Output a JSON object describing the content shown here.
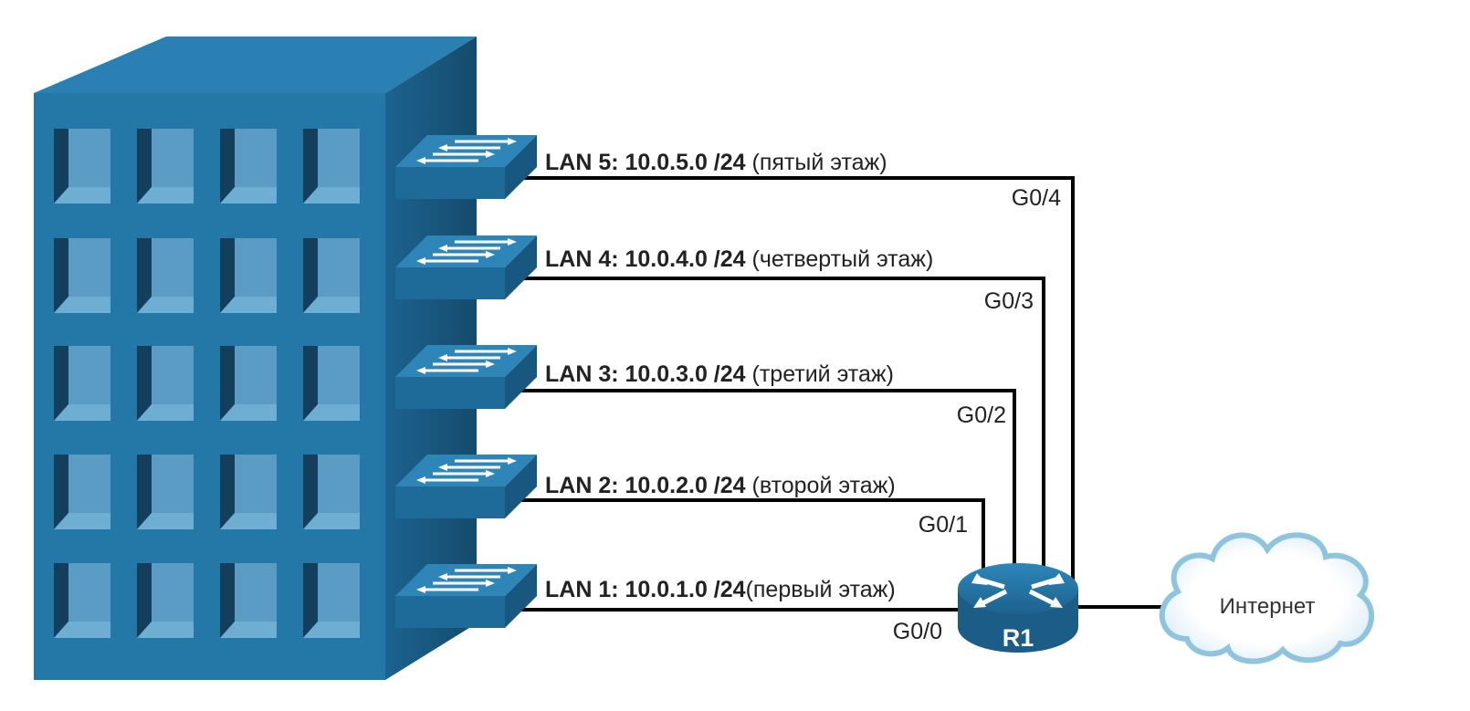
{
  "lans": [
    {
      "id": "lan5",
      "name": "LAN 5:",
      "net": "10.0.5.0 /24",
      "floor": "(пятый этаж)",
      "spaced": true,
      "port": "G0/4"
    },
    {
      "id": "lan4",
      "name": "LAN 4:",
      "net": "10.0.4.0 /24",
      "floor": "(четвертый этаж)",
      "spaced": true,
      "port": "G0/3"
    },
    {
      "id": "lan3",
      "name": "LAN 3:",
      "net": "10.0.3.0 /24",
      "floor": "(третий этаж)",
      "spaced": true,
      "port": "G0/2"
    },
    {
      "id": "lan2",
      "name": "LAN 2:",
      "net": "10.0.2.0 /24",
      "floor": "(второй этаж)",
      "spaced": true,
      "port": "G0/1"
    },
    {
      "id": "lan1",
      "name": "LAN 1:",
      "net": "10.0.1.0 /24",
      "floor": "(первый этаж)",
      "spaced": false,
      "port": "G0/0"
    }
  ],
  "router": {
    "name": "R1"
  },
  "cloud": {
    "label": "Интернет"
  },
  "colors": {
    "building_front": "#2478a8",
    "building_side": "#1a5a80",
    "building_top": "#2a7fb0",
    "switch_top": "#2e86b8",
    "switch_front": "#1e6a98",
    "cloud_stroke": "#8ec4de",
    "line": "#000000"
  }
}
